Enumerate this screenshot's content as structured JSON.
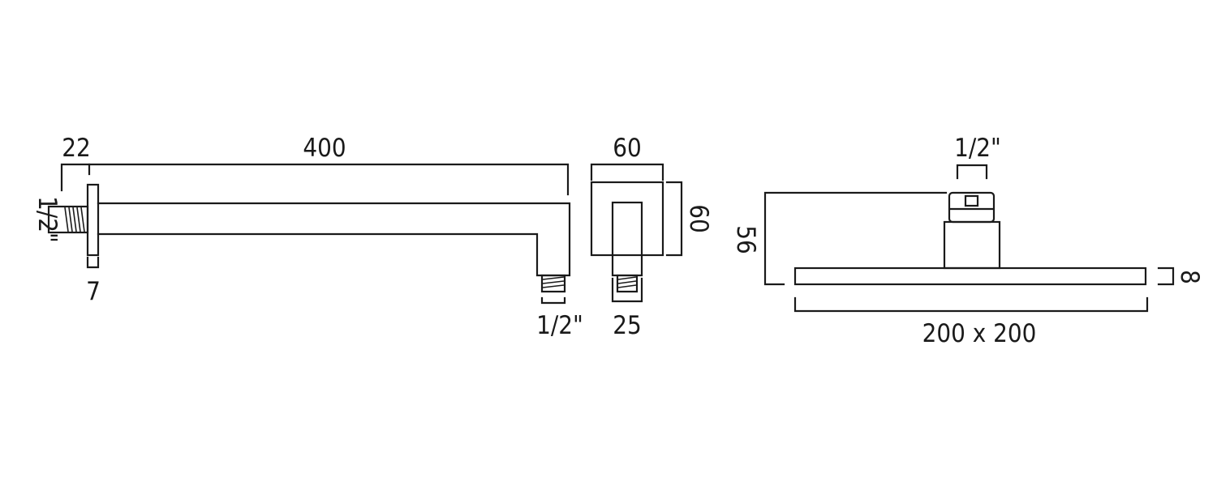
{
  "arm_side_view": {
    "dim_flange_offset": "22",
    "dim_arm_length": "400",
    "dim_inlet_thread": "1/2\"",
    "dim_flange_thickness": "7",
    "dim_outlet_thread": "1/2\""
  },
  "arm_end_view": {
    "dim_width": "60",
    "dim_height": "60",
    "dim_arm_width": "25"
  },
  "shower_head_view": {
    "dim_inlet_thread": "1/2\"",
    "dim_total_height": "56",
    "dim_plate_thickness": "8",
    "dim_plate_size": "200 x 200"
  },
  "colors": {
    "line": "#1a1a1a",
    "background": "#ffffff"
  }
}
